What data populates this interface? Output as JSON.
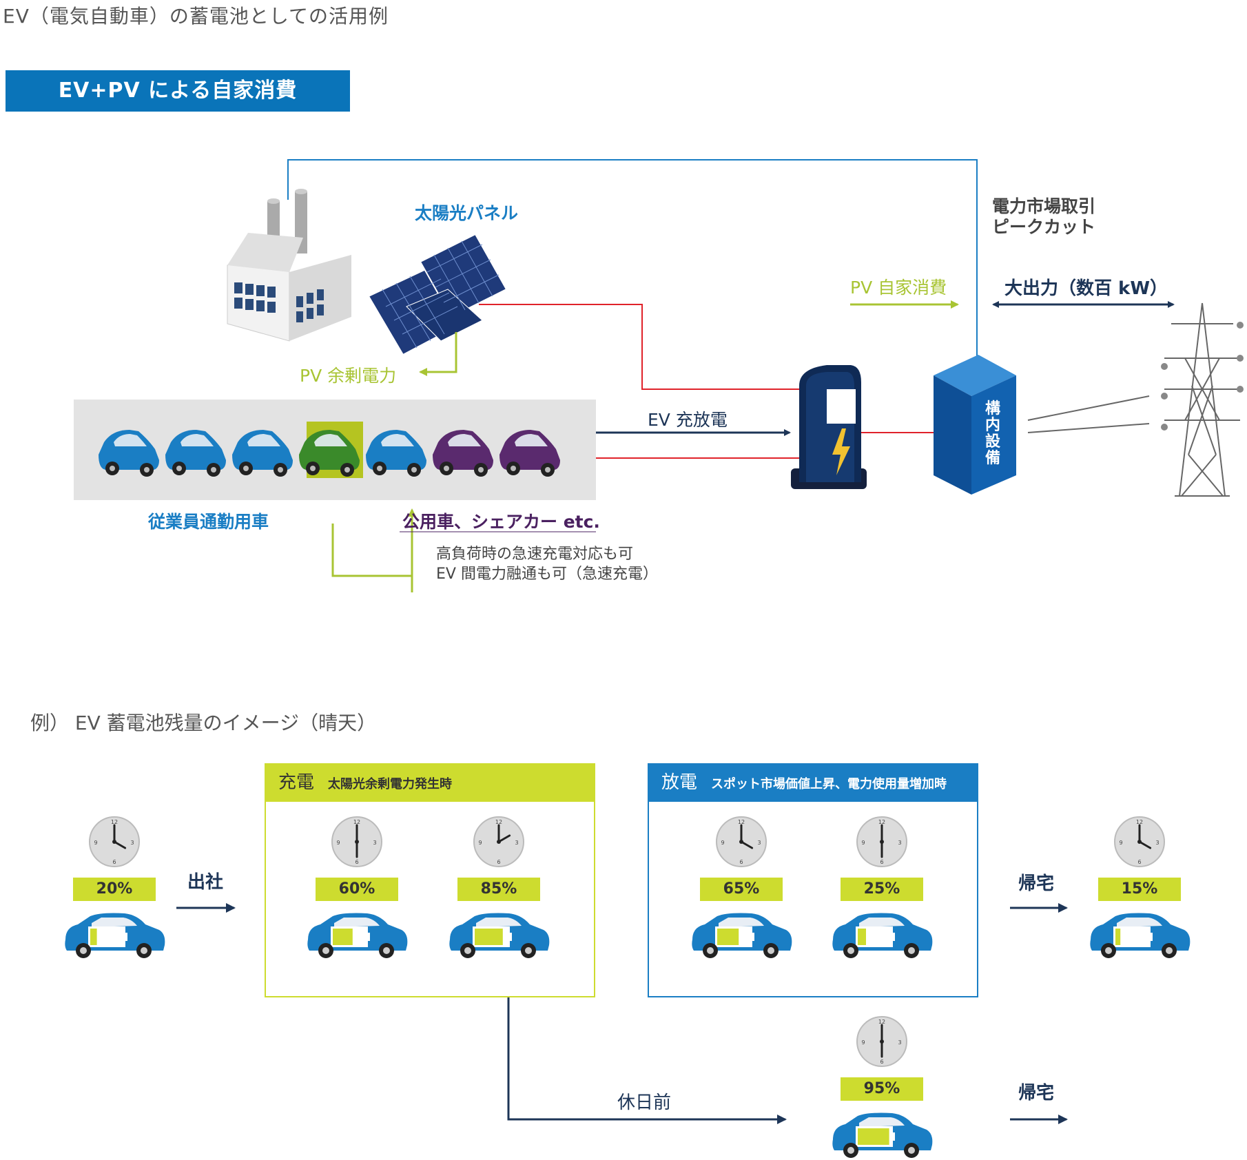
{
  "page_title": "EV（電気自動車）の蓄電池としての活用例",
  "banner": "EV+PV による自家消費",
  "top": {
    "solar_panel": "太陽光パネル",
    "pv_surplus": "PV 余剰電力",
    "pv_self": "PV 自家消費",
    "market_line1": "電力市場取引",
    "market_line2": "ピークカット",
    "big_output": "大出力（数百 kW）",
    "ev_charge": "EV 充放電",
    "facility": "構内設備",
    "employee_cars": "従業員通勤用車",
    "public_cars": "公用車、シェアカー etc.",
    "note1": "高負荷時の急速充電対応も可",
    "note2": "EV 間電力融通も可（急速充電）"
  },
  "bottom": {
    "example_title": "例） EV 蓄電池残量のイメージ（晴天）",
    "charge_title": "充電",
    "charge_sub": "太陽光余剰電力発生時",
    "discharge_title": "放電",
    "discharge_sub": "スポット市場価値上昇、電力使用量増加時",
    "commute": "出社",
    "go_home": "帰宅",
    "go_home2": "帰宅",
    "before_holiday": "休日前",
    "levels": [
      {
        "label": "20%",
        "value": 0.2
      },
      {
        "label": "60%",
        "value": 0.6
      },
      {
        "label": "85%",
        "value": 0.85
      },
      {
        "label": "65%",
        "value": 0.65
      },
      {
        "label": "25%",
        "value": 0.25
      },
      {
        "label": "15%",
        "value": 0.15
      },
      {
        "label": "95%",
        "value": 0.95
      }
    ],
    "clock_numbers": [
      "12",
      "3",
      "6",
      "9"
    ]
  },
  "colors": {
    "blue": "#1a7ec4",
    "navy": "#1d3557",
    "green": "#a8c433",
    "lime": "#cddc2f",
    "purple": "#4a2060",
    "red": "#e0222a"
  }
}
